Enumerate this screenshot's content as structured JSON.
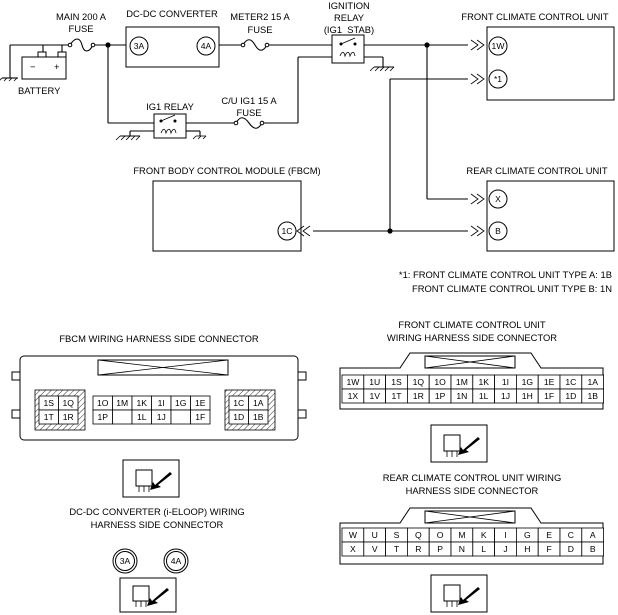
{
  "labels": {
    "main_fuse": "MAIN 200 A",
    "main_fuse2": "FUSE",
    "dcdc": "DC-DC CONVERTER",
    "meter2": "METER2 15 A",
    "meter2b": "FUSE",
    "ign_relay": "IGNITION",
    "ign_relay2": "RELAY",
    "ign_relay3": "(IG1_STAB)",
    "fccu": "FRONT CLIMATE CONTROL UNIT",
    "battery": "BATTERY",
    "ig1_relay": "IG1 RELAY",
    "cu_fuse": "C/U IG1 15 A",
    "cu_fuse2": "FUSE",
    "fbcm": "FRONT BODY CONTROL MODULE (FBCM)",
    "rccu": "REAR CLIMATE CONTROL UNIT",
    "note1": "*1: FRONT CLIMATE CONTROL UNIT TYPE A: 1B",
    "note2": "FRONT CLIMATE CONTROL UNIT TYPE B: 1N",
    "fbcm_conn": "FBCM WIRING HARNESS SIDE CONNECTOR",
    "fccu_conn1": "FRONT CLIMATE CONTROL UNIT",
    "fccu_conn2": "WIRING HARNESS SIDE CONNECTOR",
    "rccu_conn1": "REAR CLIMATE CONTROL UNIT WIRING",
    "rccu_conn2": "HARNESS SIDE CONNECTOR",
    "dcdc_conn1": "DC-DC CONVERTER (i-ELOOP) WIRING",
    "dcdc_conn2": "HARNESS SIDE CONNECTOR"
  },
  "terminals": {
    "dcdc_in": "3A",
    "dcdc_out": "4A",
    "fccu_1w": "1W",
    "fccu_star": "*1",
    "fbcm_1c": "1C",
    "rccu_x": "X",
    "rccu_b": "B"
  },
  "battery_signs": {
    "neg": "−",
    "pos": "+"
  },
  "fbcm_connector": {
    "left_top": [
      "1S",
      "1Q"
    ],
    "left_bottom": [
      "1T",
      "1R"
    ],
    "mid_top": [
      "1O",
      "1M",
      "1K",
      "1I",
      "1G",
      "1E"
    ],
    "mid_bottom": [
      "1P",
      "",
      "1L",
      "1J",
      "",
      "1F"
    ],
    "right_top": [
      "1C",
      "1A"
    ],
    "right_bottom": [
      "1D",
      "1B"
    ]
  },
  "fccu_connector": {
    "top": [
      "1W",
      "1U",
      "1S",
      "1Q",
      "1O",
      "1M",
      "1K",
      "1I",
      "1G",
      "1E",
      "1C",
      "1A"
    ],
    "bottom": [
      "1X",
      "1V",
      "1T",
      "1R",
      "1P",
      "1N",
      "1L",
      "1J",
      "1H",
      "1F",
      "1D",
      "1B"
    ]
  },
  "rccu_connector": {
    "top": [
      "W",
      "U",
      "S",
      "Q",
      "O",
      "M",
      "K",
      "I",
      "G",
      "E",
      "C",
      "A"
    ],
    "bottom": [
      "X",
      "V",
      "T",
      "R",
      "P",
      "N",
      "L",
      "J",
      "H",
      "F",
      "D",
      "B"
    ]
  },
  "dcdc_connector": [
    "3A",
    "4A"
  ]
}
